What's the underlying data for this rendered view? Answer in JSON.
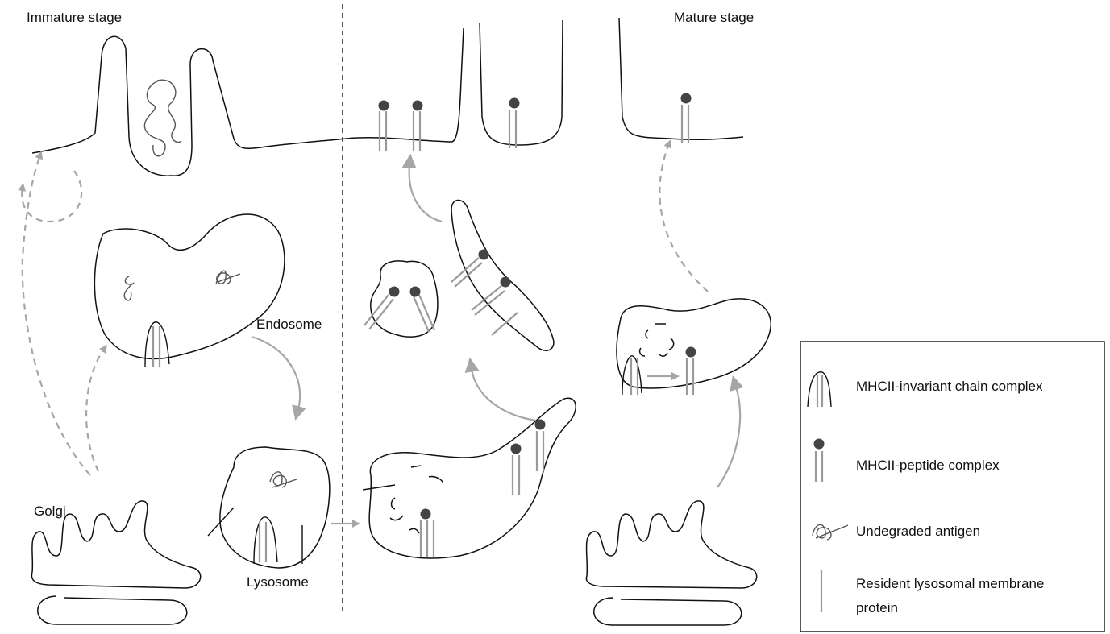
{
  "stages": {
    "immature": "Immature stage",
    "mature": "Mature stage"
  },
  "compartments": {
    "endosome": "Endosome",
    "lysosome": "Lysosome",
    "golgi": "Golgi"
  },
  "legend": {
    "items": [
      {
        "label": "MHCII-invariant chain complex",
        "icon": "mhcii-invariant-chain-icon"
      },
      {
        "label": "MHCII-peptide complex",
        "icon": "mhcii-peptide-icon"
      },
      {
        "label": "Undegraded antigen",
        "icon": "undegraded-antigen-icon"
      },
      {
        "label": "Resident lysosomal membrane protein",
        "label_line1": "Resident lysosomal membrane",
        "label_line2": "protein",
        "icon": "lysosomal-membrane-protein-icon"
      }
    ]
  },
  "colors": {
    "outline": "#111111",
    "mhc_stem": "#9a9a9a",
    "peptide": "#444444",
    "arrow": "#a6a6a6"
  }
}
